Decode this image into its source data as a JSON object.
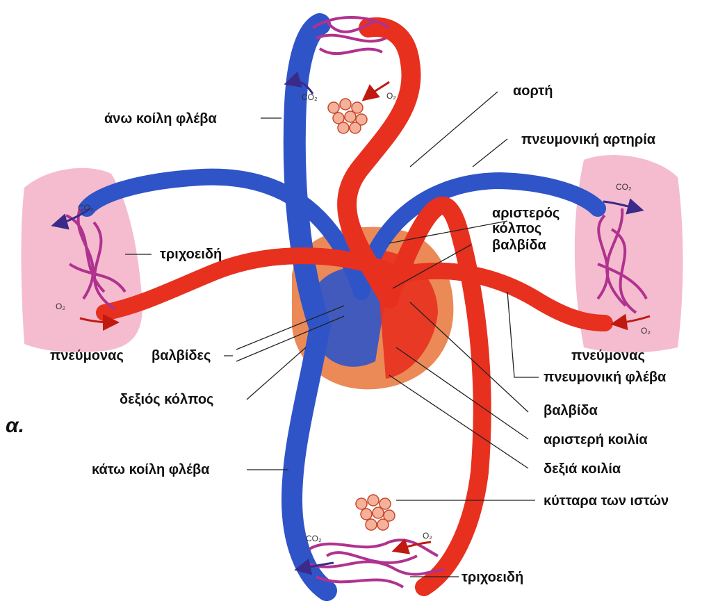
{
  "labels": {
    "aorta": "αορτή",
    "superior_vena_cava": "άνω κοίλη φλέβα",
    "pulmonary_artery": "πνευμονική αρτηρία",
    "left_atrium_line1": "αριστερός",
    "left_atrium_line2": "κόλπος",
    "valve_top": "βαλβίδα",
    "capillaries_left": "τριχοειδή",
    "lung_left": "πνεύμονας",
    "valves": "βαλβίδες",
    "lung_right": "πνεύμονας",
    "pulmonary_vein": "πνευμονική φλέβα",
    "right_atrium": "δεξιός κόλπος",
    "valve_bottom": "βαλβίδα",
    "figure_letter": "α.",
    "left_ventricle": "αριστερή κοιλία",
    "inferior_vena_cava": "κάτω κοίλη φλέβα",
    "right_ventricle": "δεξιά κοιλία",
    "tissue_cells": "κύτταρα των ιστών",
    "capillaries_bottom": "τριχοειδή"
  },
  "gas_labels": {
    "co2_top": "CO₂",
    "o2_top": "O₂",
    "co2_left_lung": "CO₂",
    "o2_left_lung": "O₂",
    "co2_right_lung": "CO₂",
    "o2_right_lung": "O₂",
    "co2_bottom": "CO₂",
    "o2_bottom": "O₂"
  },
  "colors": {
    "artery_red": "#e8301f",
    "vein_blue": "#2f54c8",
    "capillary_purple": "#b0328f",
    "lung_pink": "#f2a6bf",
    "heart_orange": "#e8763a"
  }
}
